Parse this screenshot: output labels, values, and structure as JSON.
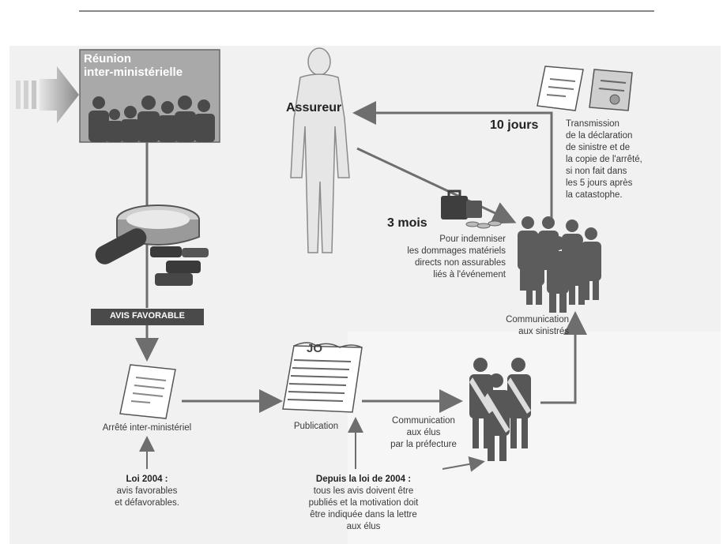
{
  "meeting": {
    "title_line1": "Réunion",
    "title_line2": "inter-ministérielle"
  },
  "avis_favorable": "AVIS FAVORABLE",
  "assureur": "Assureur",
  "delay_10": "10 jours",
  "transmission": [
    "Transmission",
    "de la déclaration",
    "de sinistre et de",
    "la copie de l'arrêté,",
    "si non fait dans",
    "les 5 jours après",
    "la catastophe."
  ],
  "delay_3": "3 mois",
  "indemnify": [
    "Pour indemniser",
    "les dommages matériels",
    "directs non assurables",
    "liés à l'événement"
  ],
  "comm_sinistres": [
    "Communication",
    "aux sinistrés"
  ],
  "arrete": "Arrêté inter-ministériel",
  "publication": "Publication",
  "jo_label": "JO",
  "comm_elus": [
    "Communication",
    "aux élus",
    "par la préfecture"
  ],
  "loi2004": {
    "title": "Loi 2004 :",
    "lines": [
      "avis favorables",
      "et défavorables."
    ]
  },
  "depuis": {
    "title": "Depuis la loi de 2004 :",
    "lines": [
      "tous les avis doivent être",
      "publiés et la motivation doit",
      "être indiquée dans la lettre",
      "aux élus"
    ]
  },
  "colors": {
    "arrow": "#6e6e6e",
    "silhouette": "#5a5a5a",
    "light_silhouette": "#e2e2e2",
    "band": "#ececec"
  }
}
